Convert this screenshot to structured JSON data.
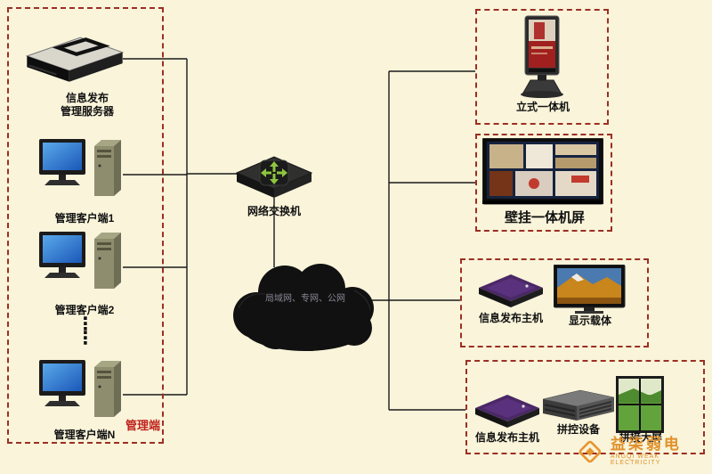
{
  "colors": {
    "background": "#f9f4da",
    "zone_dashed_border": "#9c2f23",
    "management_tag_red": "#c0221b",
    "logo_orange": "#e0912c",
    "client_screen_blue": "#1b57b8",
    "cloud_black": "#111111"
  },
  "left_panel": {
    "tag": "管理端",
    "server_label_1": "信息发布",
    "server_label_2": "管理服务器",
    "client1": "管理客户端1",
    "client2": "管理客户端2",
    "clientN": "管理客户端N",
    "ellipsis": "⋮\n⋮"
  },
  "network": {
    "switch_label": "网络交换机",
    "cloud_label": "局域网、专网、公网"
  },
  "terminals": {
    "kiosk_label": "立式一体机",
    "wall_label": "壁挂一体机屏",
    "host3_label": "信息发布主机",
    "display3_label": "显示载体",
    "host4_label": "信息发布主机",
    "controller_label": "拼控设备",
    "videowall_label": "拼接大屏"
  },
  "logo": {
    "name": "益柒弱电",
    "subtitle": "ANGQI WEAK ELECTRICITY"
  }
}
